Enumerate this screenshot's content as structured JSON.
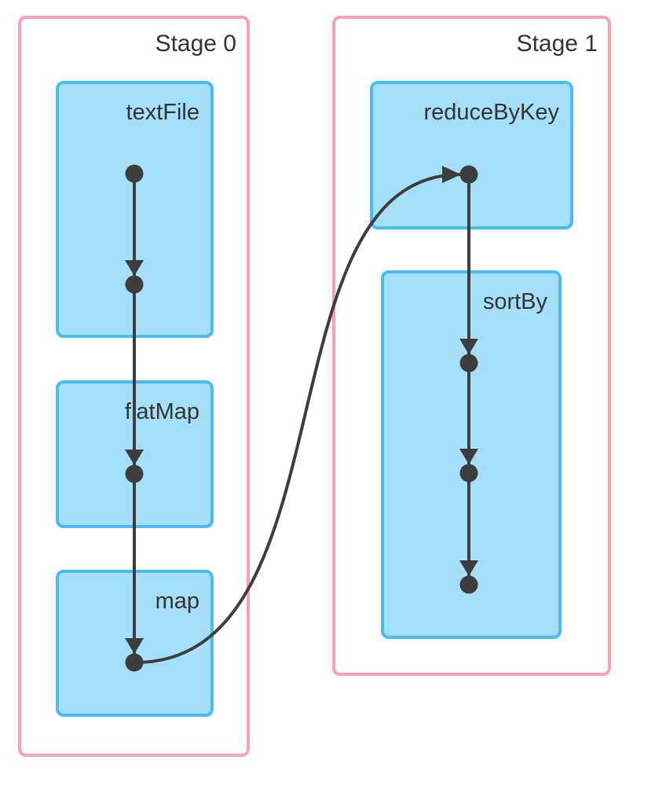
{
  "colors": {
    "stage_border": "#F9A1B6",
    "op_fill": "#A6DFF9",
    "op_border": "#49BCF2",
    "edge_color": "#3D3D3D",
    "text_color": "#333333"
  },
  "stages": [
    {
      "label": "Stage 0",
      "operators": [
        {
          "label": "textFile",
          "dots": 2
        },
        {
          "label": "flatMap",
          "dots": 1
        },
        {
          "label": "map",
          "dots": 1
        }
      ]
    },
    {
      "label": "Stage 1",
      "operators": [
        {
          "label": "reduceByKey",
          "dots": 1
        },
        {
          "label": "sortBy",
          "dots": 3
        }
      ]
    }
  ],
  "dag_edges": [
    "textFile.dot1 -> textFile.dot2",
    "textFile.dot2 -> flatMap.dot1",
    "flatMap.dot1 -> map.dot1",
    "map.dot1 -> reduceByKey.dot1",
    "reduceByKey.dot1 -> sortBy.dot1",
    "sortBy.dot1 -> sortBy.dot2",
    "sortBy.dot2 -> sortBy.dot3"
  ]
}
